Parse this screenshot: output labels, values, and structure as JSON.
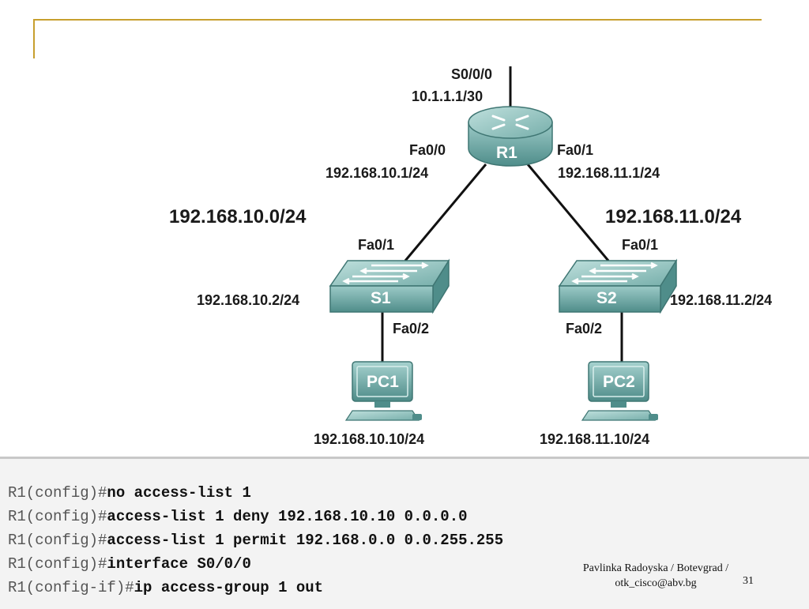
{
  "router": {
    "name": "R1",
    "s000_label": "S0/0/0",
    "s000_ip": "10.1.1.1/30",
    "fa00_label": "Fa0/0",
    "fa00_ip": "192.168.10.1/24",
    "fa01_label": "Fa0/1",
    "fa01_ip": "192.168.11.1/24"
  },
  "networks": {
    "left": "192.168.10.0/24",
    "right": "192.168.11.0/24"
  },
  "switch1": {
    "name": "S1",
    "uplink_label": "Fa0/1",
    "ip": "192.168.10.2/24",
    "downlink_label": "Fa0/2"
  },
  "switch2": {
    "name": "S2",
    "uplink_label": "Fa0/1",
    "ip": "192.168.11.2/24",
    "downlink_label": "Fa0/2"
  },
  "pc1": {
    "name": "PC1",
    "ip": "192.168.10.10/24"
  },
  "pc2": {
    "name": "PC2",
    "ip": "192.168.11.10/24"
  },
  "config_lines": [
    {
      "prompt": "R1(config)#",
      "command": "no access-list 1"
    },
    {
      "prompt": "R1(config)#",
      "command": "access-list 1 deny 192.168.10.10 0.0.0.0"
    },
    {
      "prompt": "R1(config)#",
      "command": "access-list 1 permit 192.168.0.0 0.0.255.255"
    },
    {
      "prompt": "R1(config)#",
      "command": "interface S0/0/0"
    },
    {
      "prompt": "R1(config-if)#",
      "command": "ip access-group 1 out"
    }
  ],
  "footer": {
    "credit_line1": "Pavlinka Radoyska / Botevgrad /",
    "credit_line2": "otk_cisco@abv.bg",
    "slide_number": "31"
  },
  "colors": {
    "accent": "#c79f2e",
    "device_teal": "#5f9e9b",
    "link": "#111111"
  }
}
